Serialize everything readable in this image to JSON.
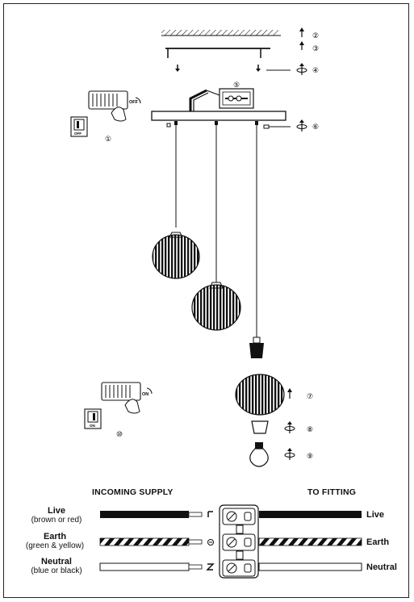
{
  "steps": {
    "s1": "①",
    "s2": "②",
    "s3": "③",
    "s4": "④",
    "s5": "⑤",
    "s6": "⑥",
    "s7": "⑦",
    "s8": "⑧",
    "s9": "⑨",
    "s10": "⑩"
  },
  "switch_off": {
    "small": "OFF",
    "label": "OFF"
  },
  "switch_on": {
    "small": "ON",
    "label": "ON"
  },
  "wiring": {
    "incoming_header": "INCOMING SUPPLY",
    "fitting_header": "TO FITTING",
    "live": {
      "name": "Live",
      "note": "(brown or red)",
      "right": "Live"
    },
    "earth": {
      "name": "Earth",
      "note": "(green & yellow)",
      "right": "Earth"
    },
    "neutral": {
      "name": "Neutral",
      "note": "(blue or black)",
      "right": "Neutral"
    }
  }
}
